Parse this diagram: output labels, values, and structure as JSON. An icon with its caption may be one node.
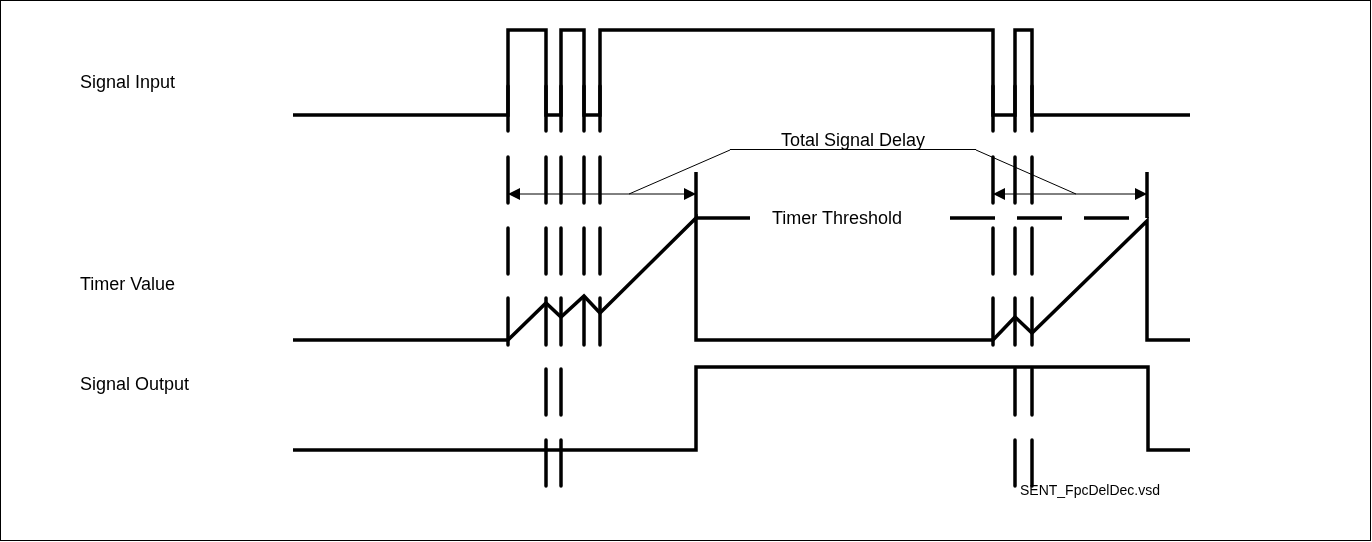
{
  "diagram": {
    "nodes": [
      {
        "text": [
          "Total Signal Delay"
        ]
      },
      {
        "text": [],
        "shape": "bar"
      },
      {
        "text": [],
        "shape": "bar"
      }
    ],
    "edges": [
      {
        "from": 0,
        "to": 1,
        "arrow": "none"
      },
      {
        "from": 0,
        "to": 2,
        "arrow": "none"
      }
    ],
    "labels": [
      "Signal Input",
      "Timer Value",
      "Signal Output",
      "Timer Threshold",
      "SENT_FpcDelDec.vsd"
    ]
  }
}
